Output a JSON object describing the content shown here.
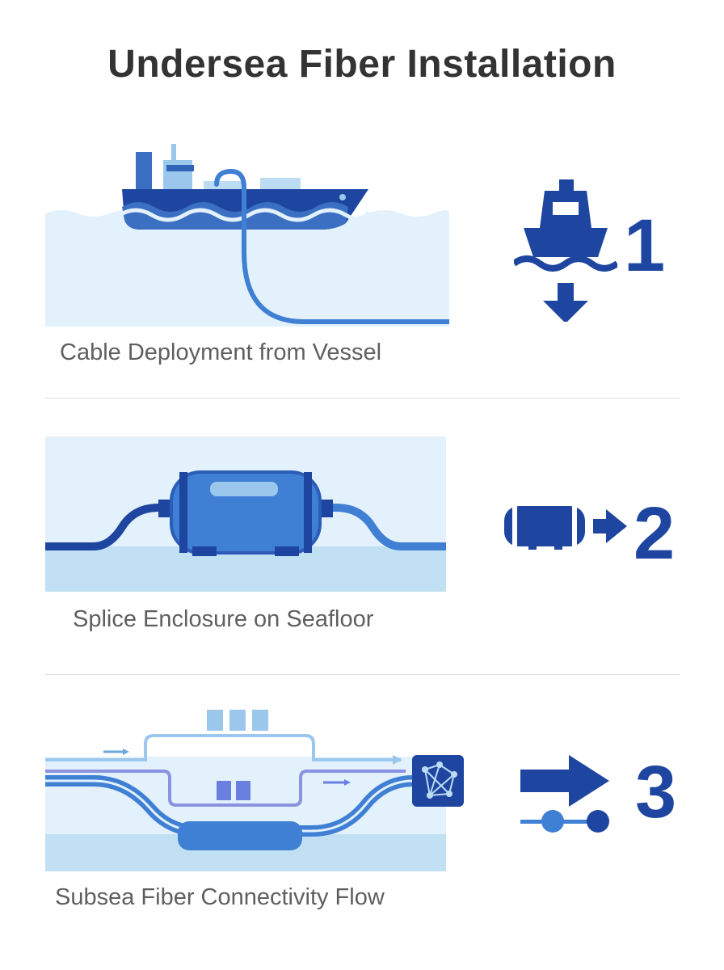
{
  "title": "Undersea Fiber Installation",
  "steps": [
    {
      "number": "1",
      "caption": "Cable Deployment from Vessel"
    },
    {
      "number": "2",
      "caption": "Splice Enclosure on Seafloor"
    },
    {
      "number": "3",
      "caption": "Subsea Fiber Connectivity Flow"
    }
  ],
  "colors": {
    "dark_blue": "#1e46a0",
    "mid_blue": "#3f7fd4",
    "light_blue": "#bfdcf3",
    "pale_blue": "#e4f2fb",
    "lilac": "#8b93e0",
    "title_text": "#333333",
    "caption_text": "#5f5f5f"
  }
}
